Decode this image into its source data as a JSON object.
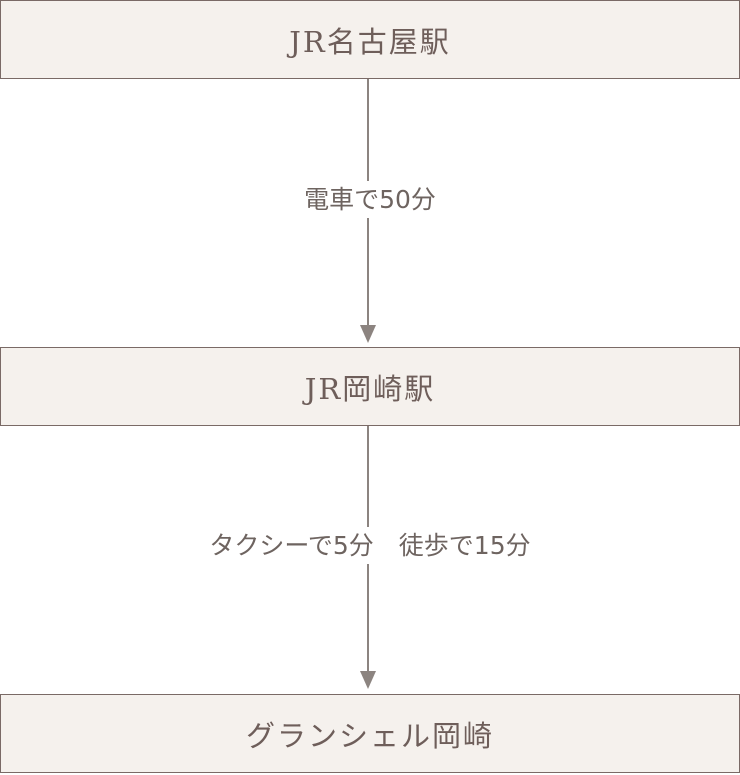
{
  "steps": [
    {
      "label": "JR名古屋駅"
    },
    {
      "label": "JR岡崎駅"
    },
    {
      "label": "グランシェル岡崎"
    }
  ],
  "transitions": [
    {
      "label": "電車で50分"
    },
    {
      "label": "タクシーで5分　徒歩で15分"
    }
  ],
  "colors": {
    "box_bg": "#f5f1ed",
    "border": "#7a6a66",
    "text": "#6e5e5a",
    "arrow": "#8c8480"
  }
}
